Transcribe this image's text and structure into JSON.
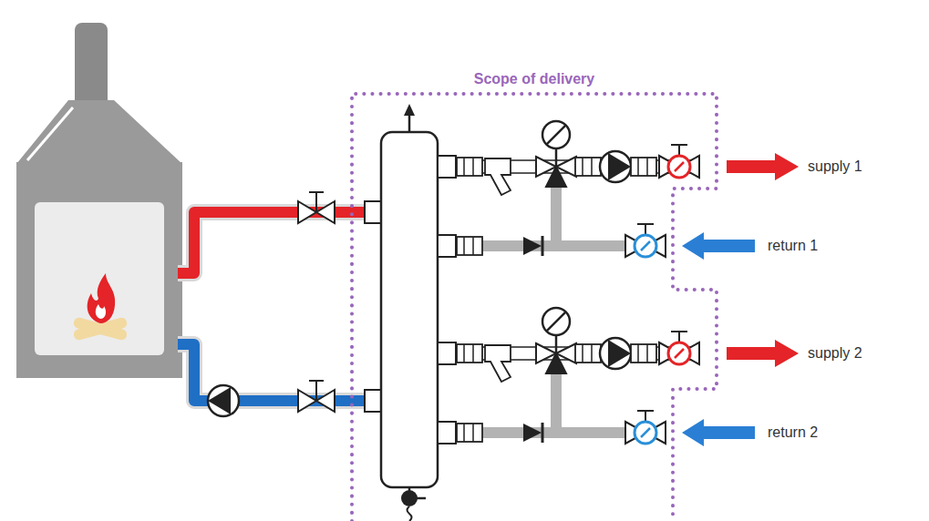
{
  "diagram": {
    "nodes": [
      {
        "text": [
          "Scope of delivery"
        ]
      }
    ],
    "labels": [
      "supply 1",
      "return 1",
      "supply 2",
      "return 2"
    ]
  }
}
